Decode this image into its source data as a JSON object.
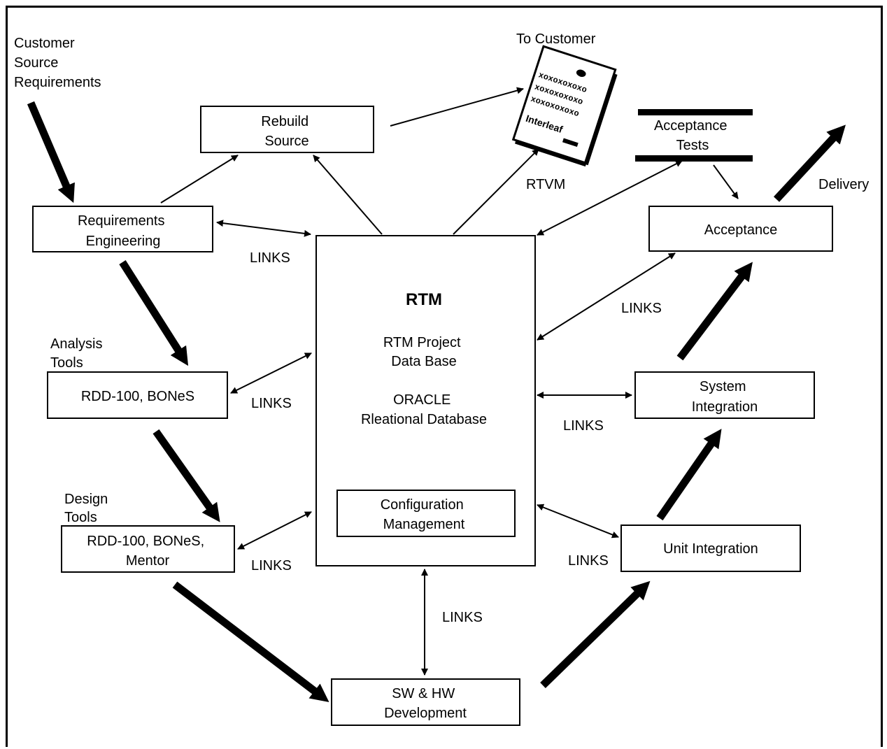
{
  "labels": {
    "customer_source": [
      "Customer",
      "Source",
      "Requirements"
    ],
    "to_customer": "To Customer",
    "rebuild_source": [
      "Rebuild",
      "Source"
    ],
    "acceptance_tests": [
      "Acceptance",
      "Tests"
    ],
    "rtvm": "RTVM",
    "delivery": "Delivery",
    "requirements_engineering": [
      "Requirements",
      "Engineering"
    ],
    "acceptance": "Acceptance",
    "analysis_tools": [
      "Analysis",
      "Tools"
    ],
    "analysis_box": "RDD-100, BONeS",
    "design_tools": [
      "Design",
      "Tools"
    ],
    "design_box": [
      "RDD-100, BONeS,",
      "Mentor"
    ],
    "rtm_title": "RTM",
    "rtm_project": [
      "RTM Project",
      "Data Base"
    ],
    "rtm_db": [
      "ORACLE",
      "Rleational Database"
    ],
    "config_mgmt": [
      "Configuration",
      "Management"
    ],
    "system_integration": [
      "System",
      "Integration"
    ],
    "unit_integration": "Unit Integration",
    "sw_hw": [
      "SW & HW",
      "Development"
    ],
    "links": "LINKS"
  },
  "document_icon": {
    "rows": [
      "xoxoxoxoxo",
      "xoxoxoxoxo",
      "xoxoxoxoxo"
    ],
    "brand": "Interleaf"
  },
  "colors": {
    "ink": "#000000",
    "paper": "#ffffff"
  }
}
